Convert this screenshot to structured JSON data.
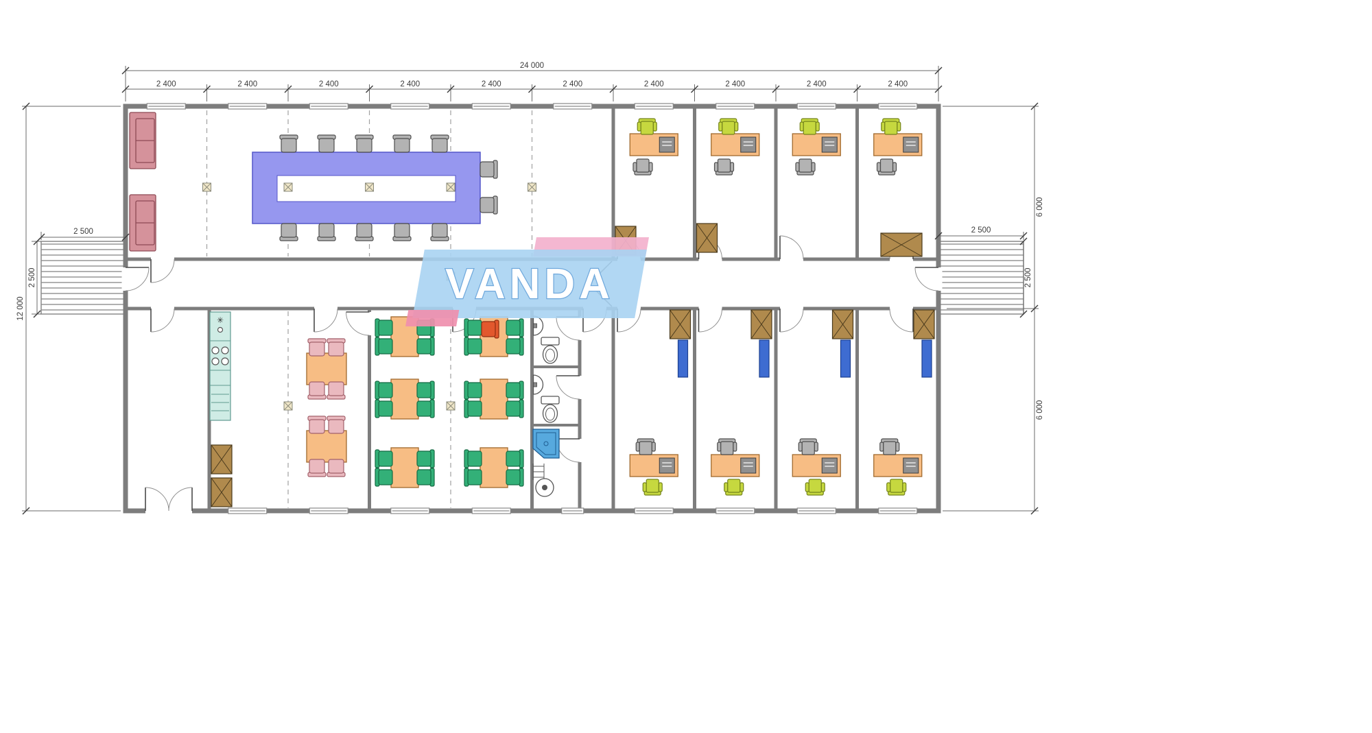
{
  "watermark": {
    "text": "VANDA"
  },
  "dims": {
    "total": "24 000",
    "top_segments": [
      "2 400",
      "2 400",
      "2 400",
      "2 400",
      "2 400",
      "2 400",
      "2 400",
      "2 400",
      "2 400",
      "2 400"
    ],
    "left_total": "12 000",
    "left_porch_width": "2 500",
    "left_porch_depth": "2 500",
    "right_top": "6 000",
    "right_bottom": "6 000",
    "right_porch_depth": "2 500",
    "right_porch_width": "2 500"
  },
  "kitchen": {
    "symbol": "✳"
  },
  "colors": {
    "wall": "#7d7d7d",
    "dim": "#6a6a6a",
    "dash": "#a0a0a0",
    "conf-table": "#9697ef",
    "conf-table-edge": "#5456c8",
    "chair-gray": "#b3b3b3",
    "chair-gray-edge": "#4e4e4e",
    "chair-yellow": "#c6d83f",
    "chair-yellow-edge": "#74831c",
    "chair-green": "#33b078",
    "chair-green-edge": "#156a43",
    "chair-pink": "#eab9bf",
    "chair-pink-edge": "#a2616b",
    "chair-red": "#e2582d",
    "chair-red-edge": "#8f2d10",
    "sofa": "#d5929b",
    "sofa-edge": "#8d4a55",
    "desk": "#f7bd84",
    "desk-edge": "#a06a2e",
    "printer": "#8f8f8f",
    "printer-edge": "#3d3d3d",
    "cabinet": "#b08a4d",
    "cabinet-edge": "#4a3a1c",
    "cabinet-blue": "#3e6cd1",
    "cabinet-blue-edge": "#1c3f8f",
    "kitchen": "#cfece5",
    "kitchen-edge": "#5f9a90",
    "shower": "#57a9de",
    "shower-edge": "#1f5e93",
    "fixture-edge": "#555555",
    "column": "#efe6c8",
    "column-edge": "#8a8a7a",
    "wm-blue": "#a9d3f2",
    "wm-pink": "#f3b1cd",
    "wm-pink2": "#ef8fae",
    "wm-stroke": "#6fa8dc"
  }
}
